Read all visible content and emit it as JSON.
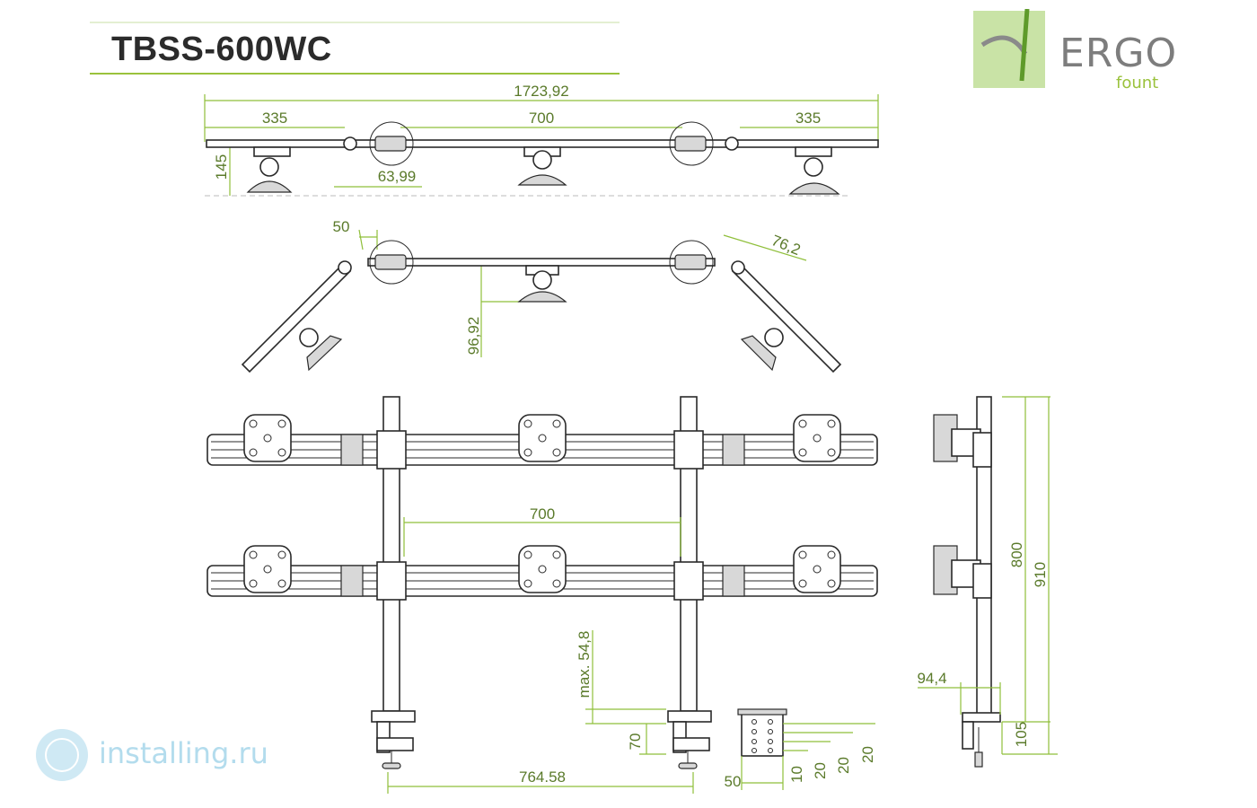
{
  "header": {
    "model": "TBSS-600WC"
  },
  "logo": {
    "brand": "ERGO",
    "sub": "fount",
    "accent_color": "#9ac23c"
  },
  "watermark": {
    "text": "installing.ru",
    "color": "#b3dced"
  },
  "top_view": {
    "overall": "1723,92",
    "left_wing": "335",
    "center": "700",
    "right_wing": "335",
    "depth": "145",
    "offset": "63,99"
  },
  "angled_view": {
    "joint": "50",
    "bracket": "76,2",
    "depth": "96,92"
  },
  "front_view": {
    "pole_spacing_top": "700",
    "pole_spacing_bottom": "764.58",
    "clamp_height": "70",
    "max_thickness": "max. 54,8"
  },
  "clamp_detail": {
    "width": "50",
    "h1": "10",
    "h2": "20",
    "h3": "20",
    "h4": "20"
  },
  "side_view": {
    "height_inner": "800",
    "height_total": "910",
    "arm": "94,4",
    "base": "105"
  }
}
